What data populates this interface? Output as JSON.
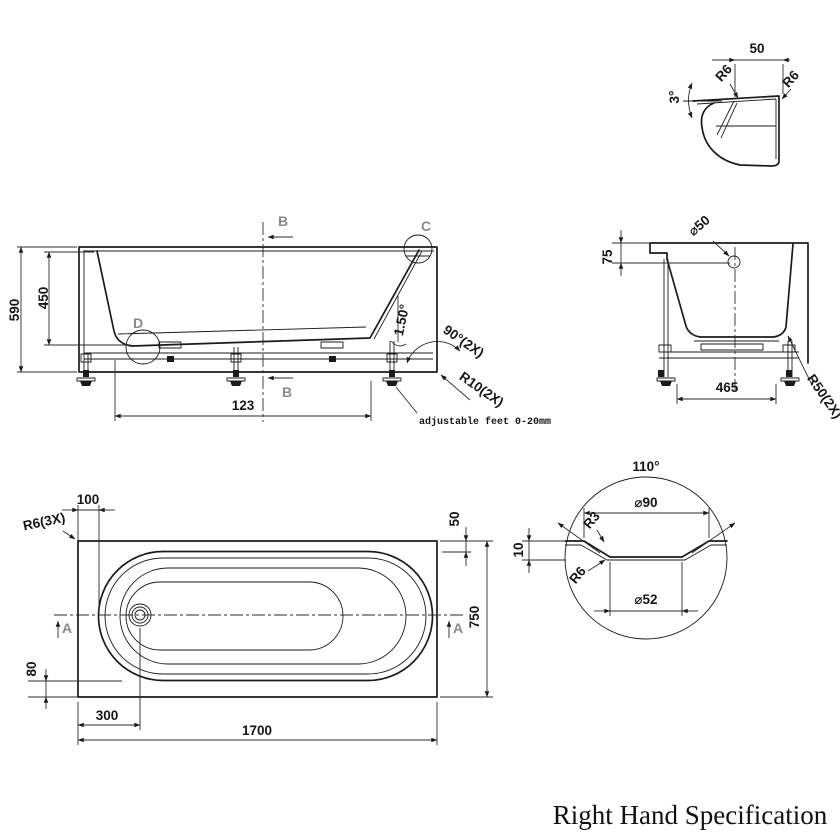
{
  "title": "Right Hand Specification",
  "side_elevation": {
    "dim_overall_height": "590",
    "dim_inner_depth": "450",
    "dim_feet_span": "123",
    "dim_floor_slope": "1.50°",
    "dim_corner_angle": "90°(2X)",
    "dim_corner_radius": "R10(2X)",
    "section_label": "B",
    "detail_c_label": "C",
    "detail_d_label": "D",
    "note_feet": "adjustable feet 0-20mm"
  },
  "rim_detail": {
    "dim_width": "50",
    "dim_radius_left": "R6",
    "dim_radius_right": "R6",
    "dim_angle": "3°"
  },
  "cross_section": {
    "dim_overflow_dia": "⌀50",
    "dim_overflow_depth": "75",
    "dim_base_width": "465",
    "dim_bottom_radius": "R50(2X)"
  },
  "plan_view": {
    "dim_rim_end": "100",
    "dim_rim_side": "50",
    "dim_length": "1700",
    "dim_width": "750",
    "dim_drain_offset": "300",
    "dim_rim_bottom": "80",
    "dim_corner_radius": "R6(3X)",
    "section_label": "A"
  },
  "drain_detail": {
    "dim_cone_angle": "110°",
    "dim_outer_dia": "⌀90",
    "dim_inner_dia": "⌀52",
    "dim_depth": "10",
    "dim_radius_top": "R3",
    "dim_radius_bottom": "R6"
  }
}
